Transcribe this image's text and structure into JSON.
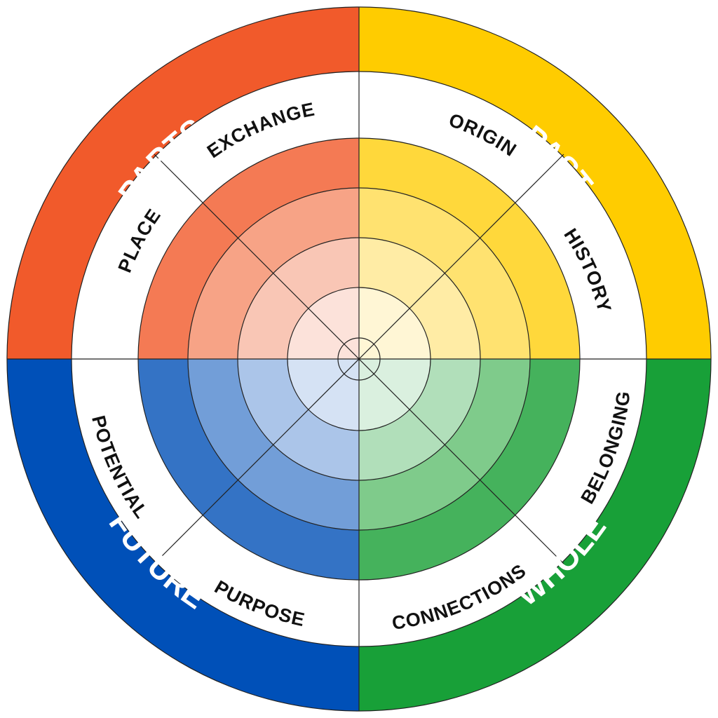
{
  "quadrants": [
    {
      "name": "parts",
      "label": "PARTS",
      "outer_color": "#F15A2B",
      "inner_colors": [
        "#F47A54",
        "#F7A386",
        "#F9C6B5",
        "#FCE2DA"
      ],
      "words": [
        "EXCHANGE",
        "PLACE"
      ]
    },
    {
      "name": "past",
      "label": "PAST",
      "outer_color": "#FFCC00",
      "inner_colors": [
        "#FFD83B",
        "#FFE270",
        "#FFECA5",
        "#FFF6D5"
      ],
      "words": [
        "ORIGIN",
        "HISTORY"
      ]
    },
    {
      "name": "whole",
      "label": "WHOLE",
      "outer_color": "#18A038",
      "inner_colors": [
        "#45B25C",
        "#7FCB8B",
        "#B1DFBA",
        "#DAF0DF"
      ],
      "words": [
        "BELONGING",
        "CONNECTIONS"
      ]
    },
    {
      "name": "future",
      "label": "FUTURE",
      "outer_color": "#0050B8",
      "inner_colors": [
        "#3473C5",
        "#729ED8",
        "#ABC5E9",
        "#D5E2F4"
      ],
      "words": [
        "PURPOSE",
        "POTENTIAL"
      ]
    }
  ],
  "center_color": "#FFFFFF",
  "ring_color": "#FFFFFF",
  "divider_color": "#222222"
}
